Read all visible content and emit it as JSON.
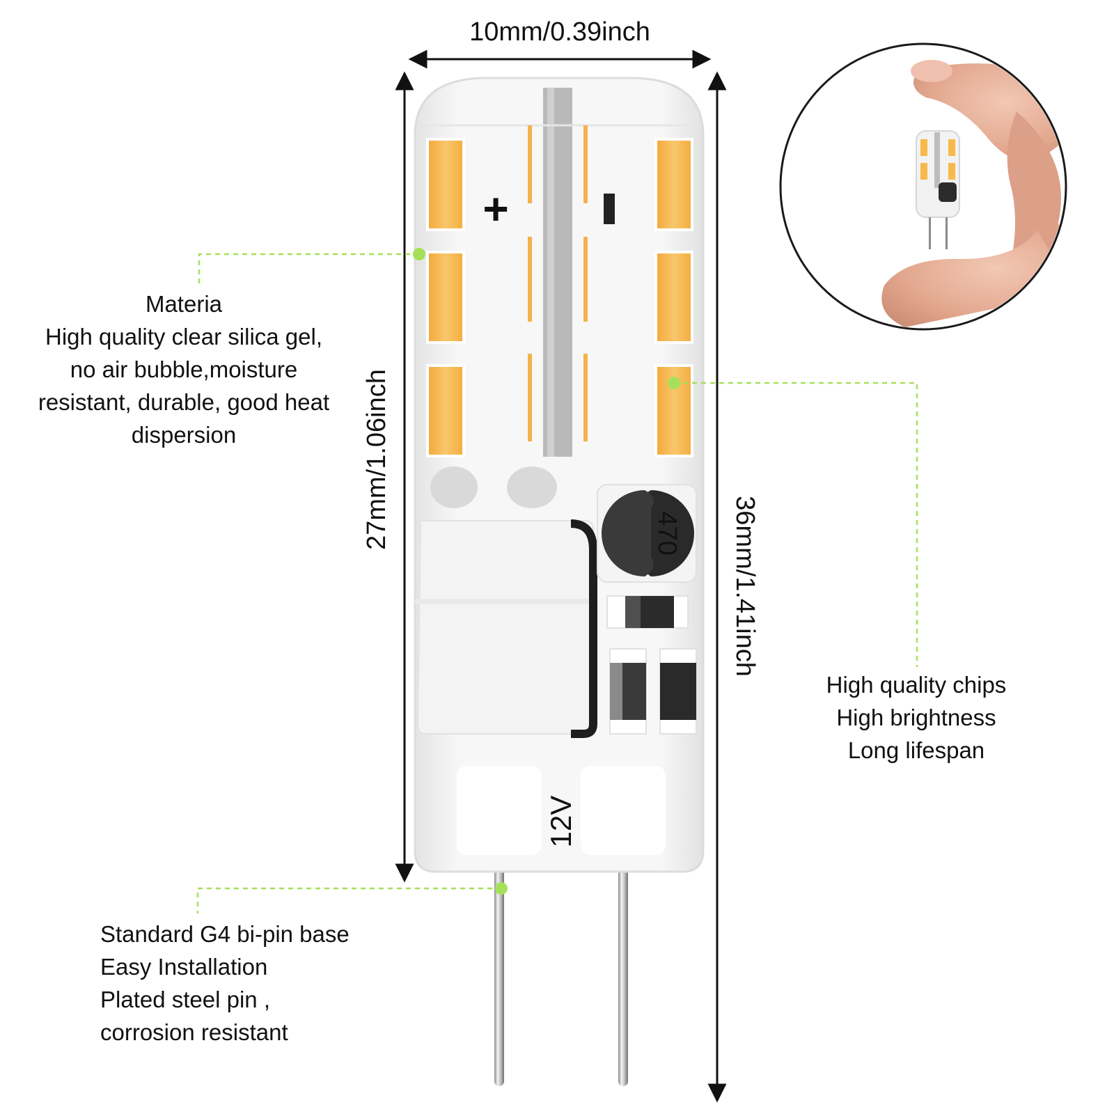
{
  "dimensions": {
    "width_label": "10mm/0.39inch",
    "body_height_label": "27mm/1.06inch",
    "total_height_label": "36mm/1.41inch"
  },
  "bulb": {
    "plus_sign": "+",
    "minus_sign": "-",
    "capacitor_marking": "470",
    "voltage_marking": "12V"
  },
  "callouts": {
    "material": {
      "title": "Materia",
      "lines": [
        "High quality clear silica gel,",
        "no air bubble,moisture",
        "resistant, durable, good heat",
        "dispersion"
      ]
    },
    "chips": {
      "lines": [
        "High quality chips",
        "High brightness",
        "Long lifespan"
      ]
    },
    "base": {
      "lines": [
        "Standard G4 bi-pin base",
        "Easy Installation",
        "Plated steel pin ,",
        "corrosion resistant"
      ]
    }
  },
  "colors": {
    "leader_line": "#a6e05a",
    "led_chip": "#f6b94a",
    "silicone": "#efefef",
    "text": "#111111"
  },
  "icons": {
    "inset": "finger-holding-bulb-photo"
  }
}
